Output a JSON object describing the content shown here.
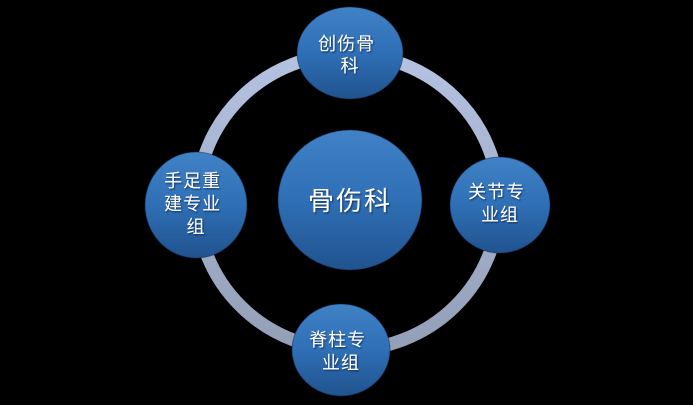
{
  "diagram": {
    "type": "cycle",
    "background_color": "#000000",
    "colors": {
      "node_fill_top": "#4182C7",
      "node_fill_mid": "#2F6FB5",
      "node_fill_bottom": "#20538F",
      "ring_top": "#B5C2E1",
      "ring_bottom": "#939FB7",
      "label_color": "#FFFFFF"
    },
    "center_node": {
      "label": "骨伤科",
      "lines": [
        "骨伤科"
      ]
    },
    "outer_nodes": [
      {
        "position": "top",
        "label": "创伤骨科",
        "lines": [
          "创伤骨",
          "科"
        ]
      },
      {
        "position": "right",
        "label": "关节专业组",
        "lines": [
          "关节专",
          "业组"
        ]
      },
      {
        "position": "bottom",
        "label": "脊柱专业组",
        "lines": [
          "脊柱专",
          "业组"
        ]
      },
      {
        "position": "left",
        "label": "手足重建专业组",
        "lines": [
          "手足重",
          "建专业",
          "组"
        ]
      }
    ]
  }
}
